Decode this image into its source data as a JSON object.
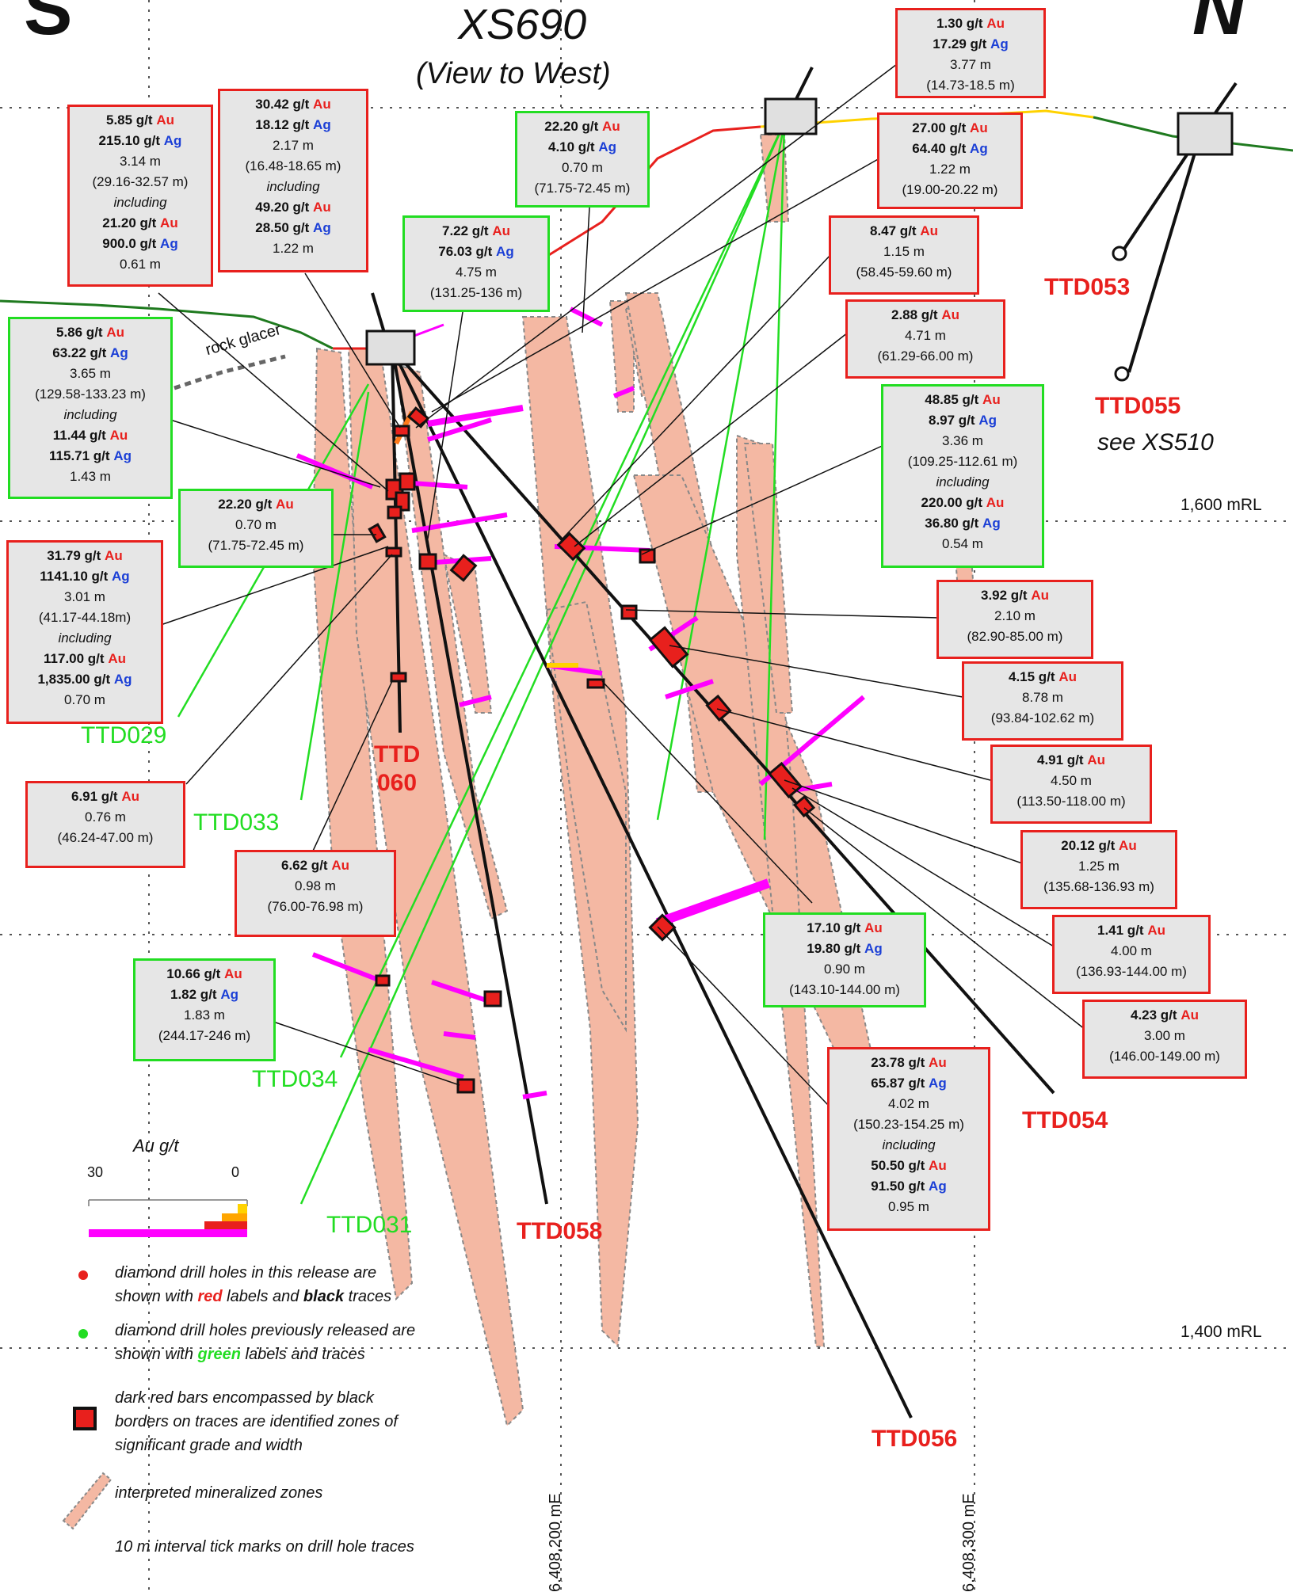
{
  "header": {
    "left_letter": "S",
    "right_letter": "N",
    "title": "XS690",
    "subtitle": "(View to West)"
  },
  "annotations": {
    "rock_glacer": "rock glacer",
    "mrl_1600": "1,600 mRL",
    "mrl_1400": "1,400 mRL",
    "easting_1": "6,408,200 mE",
    "easting_2": "6,408,300 mE",
    "see_xs510": "see XS510"
  },
  "holes": [
    {
      "id": "ttd053",
      "label": "TTD053",
      "color": "red"
    },
    {
      "id": "ttd055",
      "label": "TTD055",
      "color": "red"
    },
    {
      "id": "ttd029",
      "label": "TTD029",
      "color": "green"
    },
    {
      "id": "ttd033",
      "label": "TTD033",
      "color": "green"
    },
    {
      "id": "ttd034",
      "label": "TTD034",
      "color": "green"
    },
    {
      "id": "ttd031",
      "label": "TTD031",
      "color": "green"
    },
    {
      "id": "ttd060a",
      "label": "TTD",
      "color": "red"
    },
    {
      "id": "ttd060b",
      "label": "060",
      "color": "red"
    },
    {
      "id": "ttd058",
      "label": "TTD058",
      "color": "red"
    },
    {
      "id": "ttd054",
      "label": "TTD054",
      "color": "red"
    },
    {
      "id": "ttd056",
      "label": "TTD056",
      "color": "red"
    }
  ],
  "intercepts": [
    {
      "id": "b1",
      "color": "red",
      "lines": [
        {
          "v": "5.85 g/t",
          "el": "Au"
        },
        {
          "v": "215.10 g/t",
          "el": "Ag"
        },
        {
          "t": "3.14 m"
        },
        {
          "t": "(29.16-32.57 m)"
        },
        {
          "t": "including",
          "i": true
        },
        {
          "v": "21.20 g/t",
          "el": "Au"
        },
        {
          "v": "900.0 g/t",
          "el": "Ag"
        },
        {
          "t": "0.61 m"
        }
      ]
    },
    {
      "id": "b2",
      "color": "red",
      "lines": [
        {
          "v": "30.42 g/t",
          "el": "Au"
        },
        {
          "v": "18.12 g/t",
          "el": "Ag"
        },
        {
          "t": "2.17 m"
        },
        {
          "t": "(16.48-18.65 m)"
        },
        {
          "t": "including",
          "i": true
        },
        {
          "v": "49.20 g/t",
          "el": "Au"
        },
        {
          "v": "28.50 g/t",
          "el": "Ag"
        },
        {
          "t": "1.22 m"
        }
      ]
    },
    {
      "id": "b3",
      "color": "green",
      "lines": [
        {
          "v": "22.20 g/t",
          "el": "Au"
        },
        {
          "v": "4.10 g/t",
          "el": "Ag"
        },
        {
          "t": "0.70 m"
        },
        {
          "t": "(71.75-72.45 m)"
        }
      ]
    },
    {
      "id": "b4",
      "color": "red",
      "lines": [
        {
          "v": "1.30 g/t",
          "el": "Au"
        },
        {
          "v": "17.29 g/t",
          "el": "Ag"
        },
        {
          "t": "3.77 m"
        },
        {
          "t": "(14.73-18.5 m)"
        }
      ]
    },
    {
      "id": "b5",
      "color": "red",
      "lines": [
        {
          "v": "27.00 g/t",
          "el": "Au"
        },
        {
          "v": "64.40 g/t",
          "el": "Ag"
        },
        {
          "t": "1.22 m"
        },
        {
          "t": "(19.00-20.22 m)"
        }
      ]
    },
    {
      "id": "b6",
      "color": "green",
      "lines": [
        {
          "v": "7.22 g/t",
          "el": "Au"
        },
        {
          "v": "76.03 g/t",
          "el": "Ag"
        },
        {
          "t": "4.75 m"
        },
        {
          "t": "(131.25-136 m)"
        }
      ]
    },
    {
      "id": "b7",
      "color": "red",
      "lines": [
        {
          "v": "8.47 g/t",
          "el": "Au"
        },
        {
          "t": "1.15 m"
        },
        {
          "t": "(58.45-59.60 m)"
        }
      ]
    },
    {
      "id": "b8",
      "color": "red",
      "lines": [
        {
          "v": "2.88 g/t",
          "el": "Au"
        },
        {
          "t": "4.71 m"
        },
        {
          "t": "(61.29-66.00 m)"
        }
      ]
    },
    {
      "id": "b9",
      "color": "green",
      "lines": [
        {
          "v": "5.86 g/t",
          "el": "Au"
        },
        {
          "v": "63.22 g/t",
          "el": "Ag"
        },
        {
          "t": "3.65 m"
        },
        {
          "t": "(129.58-133.23 m)"
        },
        {
          "t": "including",
          "i": true
        },
        {
          "v": "11.44 g/t",
          "el": "Au"
        },
        {
          "v": "115.71 g/t",
          "el": "Ag"
        },
        {
          "t": "1.43 m"
        }
      ]
    },
    {
      "id": "b10",
      "color": "green",
      "lines": [
        {
          "v": "48.85 g/t",
          "el": "Au"
        },
        {
          "v": "8.97 g/t",
          "el": "Ag"
        },
        {
          "t": "3.36 m"
        },
        {
          "t": "(109.25-112.61 m)"
        },
        {
          "t": "including",
          "i": true
        },
        {
          "v": "220.00 g/t",
          "el": "Au"
        },
        {
          "v": "36.80 g/t",
          "el": "Ag"
        },
        {
          "t": "0.54 m"
        }
      ]
    },
    {
      "id": "b11",
      "color": "green",
      "lines": [
        {
          "v": "22.20 g/t",
          "el": "Au"
        },
        {
          "t": "0.70 m"
        },
        {
          "t": "(71.75-72.45 m)"
        }
      ]
    },
    {
      "id": "b12",
      "color": "red",
      "lines": [
        {
          "v": "31.79 g/t",
          "el": "Au"
        },
        {
          "v": "1141.10 g/t",
          "el": "Ag"
        },
        {
          "t": "3.01 m"
        },
        {
          "t": "(41.17-44.18m)"
        },
        {
          "t": "including",
          "i": true
        },
        {
          "v": "117.00 g/t",
          "el": "Au"
        },
        {
          "v": "1,835.00 g/t",
          "el": "Ag"
        },
        {
          "t": "0.70 m"
        }
      ]
    },
    {
      "id": "b13",
      "color": "red",
      "lines": [
        {
          "v": "3.92 g/t",
          "el": "Au"
        },
        {
          "t": "2.10 m"
        },
        {
          "t": "(82.90-85.00 m)"
        }
      ]
    },
    {
      "id": "b14",
      "color": "red",
      "lines": [
        {
          "v": "4.15 g/t",
          "el": "Au"
        },
        {
          "t": "8.78 m"
        },
        {
          "t": "(93.84-102.62 m)"
        }
      ]
    },
    {
      "id": "b15",
      "color": "red",
      "lines": [
        {
          "v": "4.91 g/t",
          "el": "Au"
        },
        {
          "t": "4.50 m"
        },
        {
          "t": "(113.50-118.00 m)"
        }
      ]
    },
    {
      "id": "b16",
      "color": "red",
      "lines": [
        {
          "v": "6.91 g/t",
          "el": "Au"
        },
        {
          "t": "0.76 m"
        },
        {
          "t": "(46.24-47.00 m)"
        }
      ]
    },
    {
      "id": "b17",
      "color": "red",
      "lines": [
        {
          "v": "20.12 g/t",
          "el": "Au"
        },
        {
          "t": "1.25 m"
        },
        {
          "t": "(135.68-136.93 m)"
        }
      ]
    },
    {
      "id": "b18",
      "color": "red",
      "lines": [
        {
          "v": "6.62 g/t",
          "el": "Au"
        },
        {
          "t": "0.98 m"
        },
        {
          "t": "(76.00-76.98 m)"
        }
      ]
    },
    {
      "id": "b19",
      "color": "green",
      "lines": [
        {
          "v": "17.10 g/t",
          "el": "Au"
        },
        {
          "v": "19.80 g/t",
          "el": "Ag"
        },
        {
          "t": "0.90 m"
        },
        {
          "t": "(143.10-144.00 m)"
        }
      ]
    },
    {
      "id": "b20",
      "color": "red",
      "lines": [
        {
          "v": "1.41 g/t",
          "el": "Au"
        },
        {
          "t": "4.00 m"
        },
        {
          "t": "(136.93-144.00 m)"
        }
      ]
    },
    {
      "id": "b21",
      "color": "green",
      "lines": [
        {
          "v": "10.66 g/t",
          "el": "Au"
        },
        {
          "v": "1.82 g/t",
          "el": "Ag"
        },
        {
          "t": "1.83 m"
        },
        {
          "t": "(244.17-246 m)"
        }
      ]
    },
    {
      "id": "b22",
      "color": "red",
      "lines": [
        {
          "v": "4.23 g/t",
          "el": "Au"
        },
        {
          "t": "3.00 m"
        },
        {
          "t": "(146.00-149.00 m)"
        }
      ]
    },
    {
      "id": "b23",
      "color": "red",
      "lines": [
        {
          "v": "23.78 g/t",
          "el": "Au"
        },
        {
          "v": "65.87 g/t",
          "el": "Ag"
        },
        {
          "t": "4.02 m"
        },
        {
          "t": "(150.23-154.25 m)"
        },
        {
          "t": "including",
          "i": true
        },
        {
          "v": "50.50 g/t",
          "el": "Au"
        },
        {
          "v": "91.50 g/t",
          "el": "Ag"
        },
        {
          "t": "0.95 m"
        }
      ]
    }
  ],
  "legend": {
    "scale_title": "Au g/t",
    "scale_max": "30",
    "scale_min": "0",
    "items": [
      {
        "id": "red_dot",
        "parts": [
          {
            "t": "diamond drill holes in this release are"
          },
          {
            "t": "shown with "
          },
          {
            "t": "red",
            "c": "#e8201d",
            "b": true
          },
          {
            "t": " labels and "
          },
          {
            "t": "black",
            "b": true
          },
          {
            "t": " traces"
          }
        ]
      },
      {
        "id": "green_dot",
        "parts": [
          {
            "t": "diamond drill holes previously released are"
          },
          {
            "t": "shown with "
          },
          {
            "t": "green",
            "c": "#22dd22",
            "b": true
          },
          {
            "t": " labels and traces"
          }
        ]
      },
      {
        "id": "bar",
        "parts": [
          {
            "t": "dark red bars encompassed by black"
          },
          {
            "t": "borders on traces are identified zones of"
          },
          {
            "t": "significant grade and width"
          }
        ]
      },
      {
        "id": "zone",
        "parts": [
          {
            "t": "interpreted mineralized zones"
          }
        ]
      },
      {
        "id": "ticks",
        "parts": [
          {
            "t": "10 m interval tick marks on drill hole traces"
          }
        ]
      }
    ]
  },
  "colors": {
    "red": "#e8201d",
    "green": "#22dd22",
    "ag_blue": "#1b3fd6",
    "zone_fill": "#f4b8a3",
    "box_bg": "#e6e6e6",
    "magenta": "#ff00ff",
    "yellow": "#ffd200"
  }
}
